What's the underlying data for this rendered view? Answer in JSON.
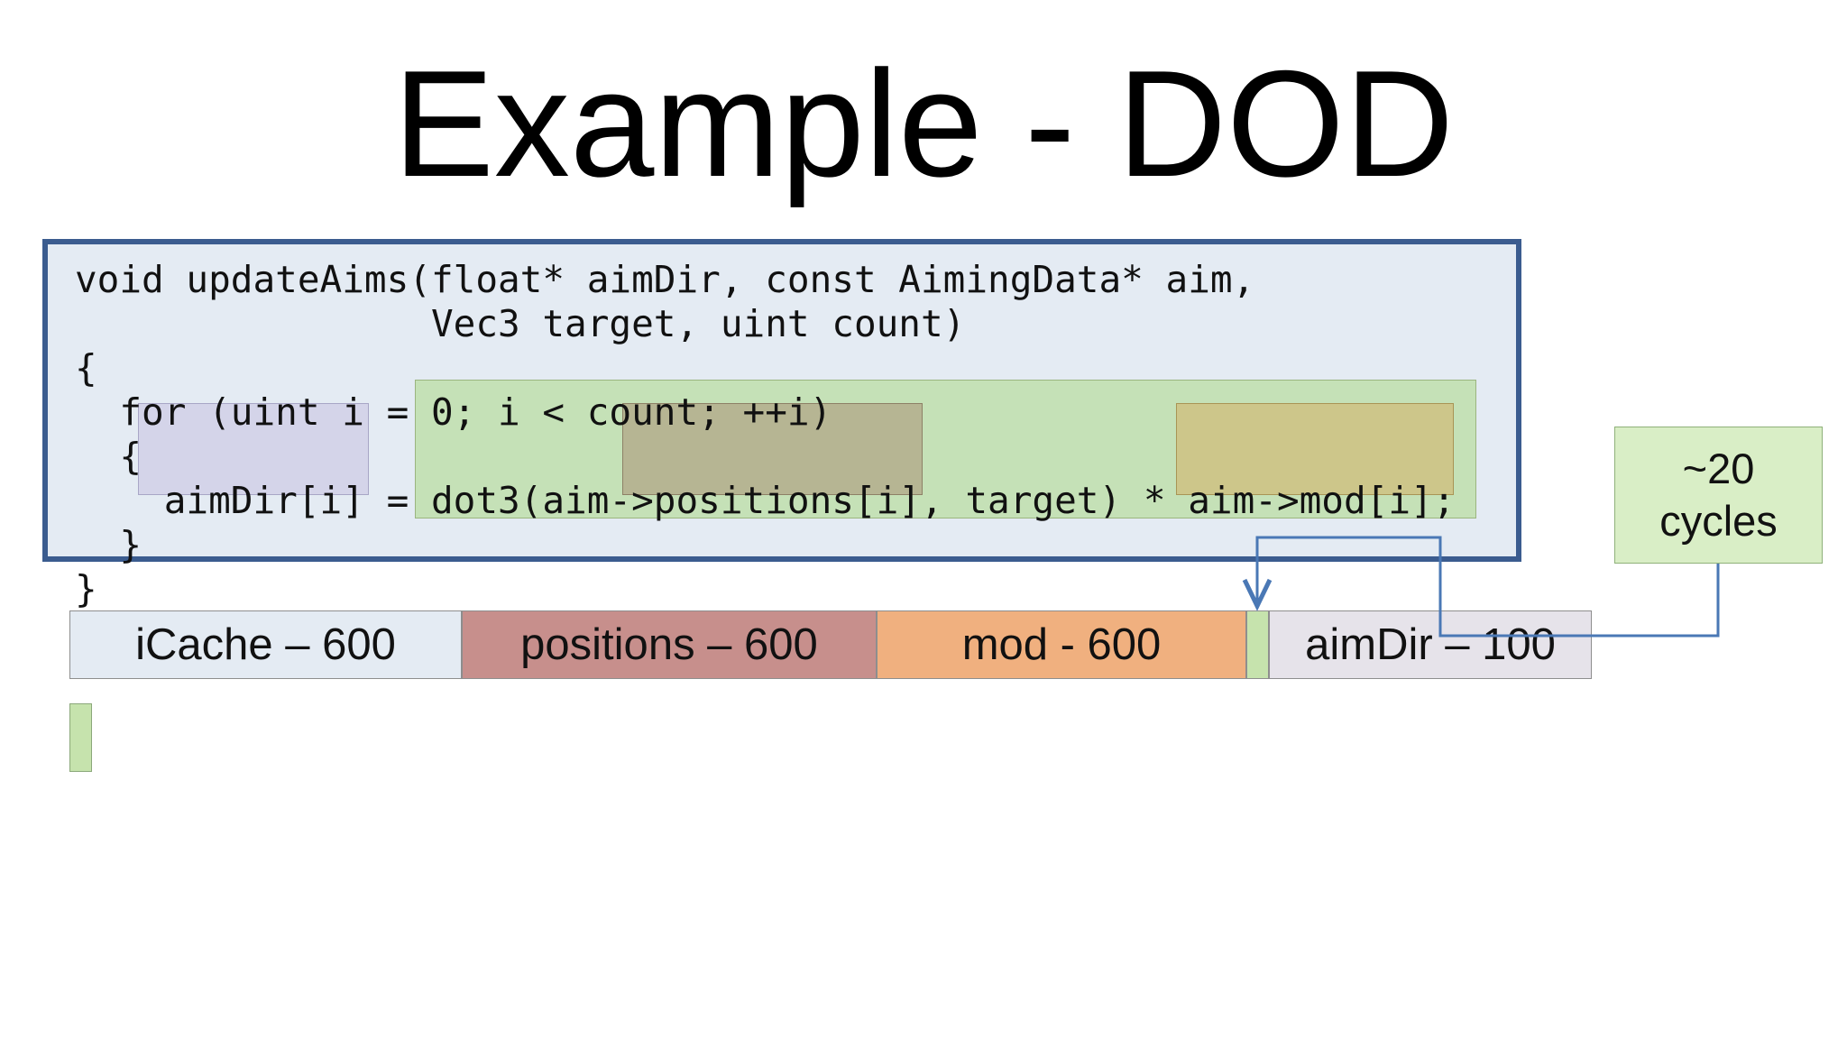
{
  "title": "Example - DOD",
  "code": {
    "lines": [
      "void updateAims(float* aimDir, const AimingData* aim,",
      "                Vec3 target, uint count)",
      "{",
      "  for (uint i = 0; i < count; ++i)",
      "  {",
      "    aimDir[i] = dot3(aim->positions[i], target) * aim->mod[i];",
      "  }",
      "}"
    ]
  },
  "memory_bar": {
    "segments": [
      {
        "label": "iCache – 600",
        "color": "#e4ebf3"
      },
      {
        "label": "positions – 600",
        "color": "#c78f8c"
      },
      {
        "label": "mod - 600",
        "color": "#f0b07f"
      },
      {
        "label": "",
        "color": "#c6e3ad"
      },
      {
        "label": "aimDir – 100",
        "color": "#e6e3ea"
      }
    ]
  },
  "callout": {
    "line1": "~20",
    "line2": "cycles",
    "color": "#d9eec6"
  },
  "colors": {
    "code_border": "#3b5c8f",
    "arrow": "#4a78b5"
  }
}
